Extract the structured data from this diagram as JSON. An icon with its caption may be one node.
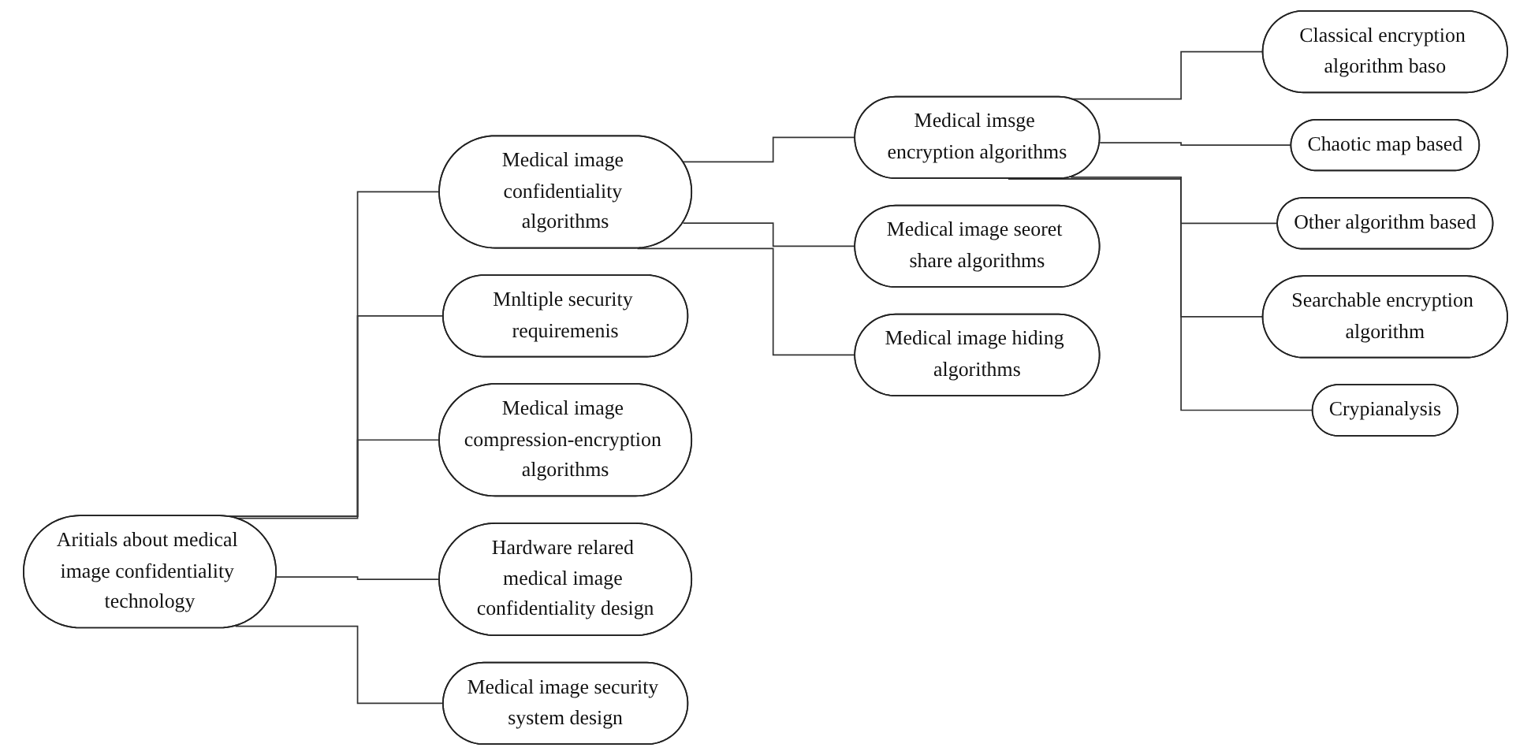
{
  "diagram": {
    "nodes": [
      {
        "text": [
          "Aritials about medical image confidentiality technology"
        ]
      },
      {
        "text": [
          "Medical image confidentiality algorithms"
        ]
      },
      {
        "text": [
          "Medical imsge encryption algorithms"
        ]
      },
      {
        "text": [
          "Classical encryption algorithm baso"
        ]
      },
      {
        "text": [
          "Chaotic map based"
        ]
      },
      {
        "text": [
          "Other algorithm based"
        ]
      },
      {
        "text": [
          "Searchable encryption algorithm"
        ]
      },
      {
        "text": [
          "Crypianalysis"
        ]
      },
      {
        "text": [
          "Medical image seoret share algorithms"
        ]
      },
      {
        "text": [
          "Medical image hiding algorithms"
        ]
      },
      {
        "text": [
          "Mnltiple security requiremenis"
        ]
      },
      {
        "text": [
          "Medical image compression-encryption algorithms"
        ]
      },
      {
        "text": [
          "Hardware relared medical image confidentiality design"
        ]
      },
      {
        "text": [
          "Medical image security system design"
        ]
      }
    ],
    "edges": [
      {
        "from": 0,
        "to": 1,
        "arrow": "none"
      },
      {
        "from": 1,
        "to": 2,
        "arrow": "none"
      },
      {
        "from": 2,
        "to": 3,
        "arrow": "none"
      },
      {
        "from": 2,
        "to": 4,
        "arrow": "none"
      },
      {
        "from": 2,
        "to": 5,
        "arrow": "none"
      },
      {
        "from": 2,
        "to": 6,
        "arrow": "none"
      },
      {
        "from": 2,
        "to": 7,
        "arrow": "none"
      },
      {
        "from": 1,
        "to": 8,
        "arrow": "none"
      },
      {
        "from": 1,
        "to": 9,
        "arrow": "none"
      },
      {
        "from": 0,
        "to": 10,
        "arrow": "none"
      },
      {
        "from": 0,
        "to": 11,
        "arrow": "none"
      },
      {
        "from": 0,
        "to": 12,
        "arrow": "none"
      },
      {
        "from": 0,
        "to": 13,
        "arrow": "none"
      }
    ]
  }
}
